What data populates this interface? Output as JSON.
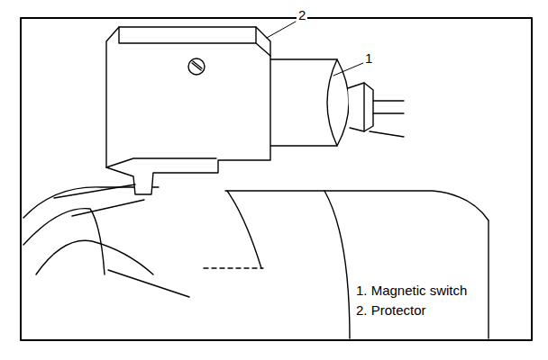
{
  "diagram": {
    "labels": [
      "2",
      "1",
      "1. Magnetic switch",
      "2. Protector"
    ]
  }
}
